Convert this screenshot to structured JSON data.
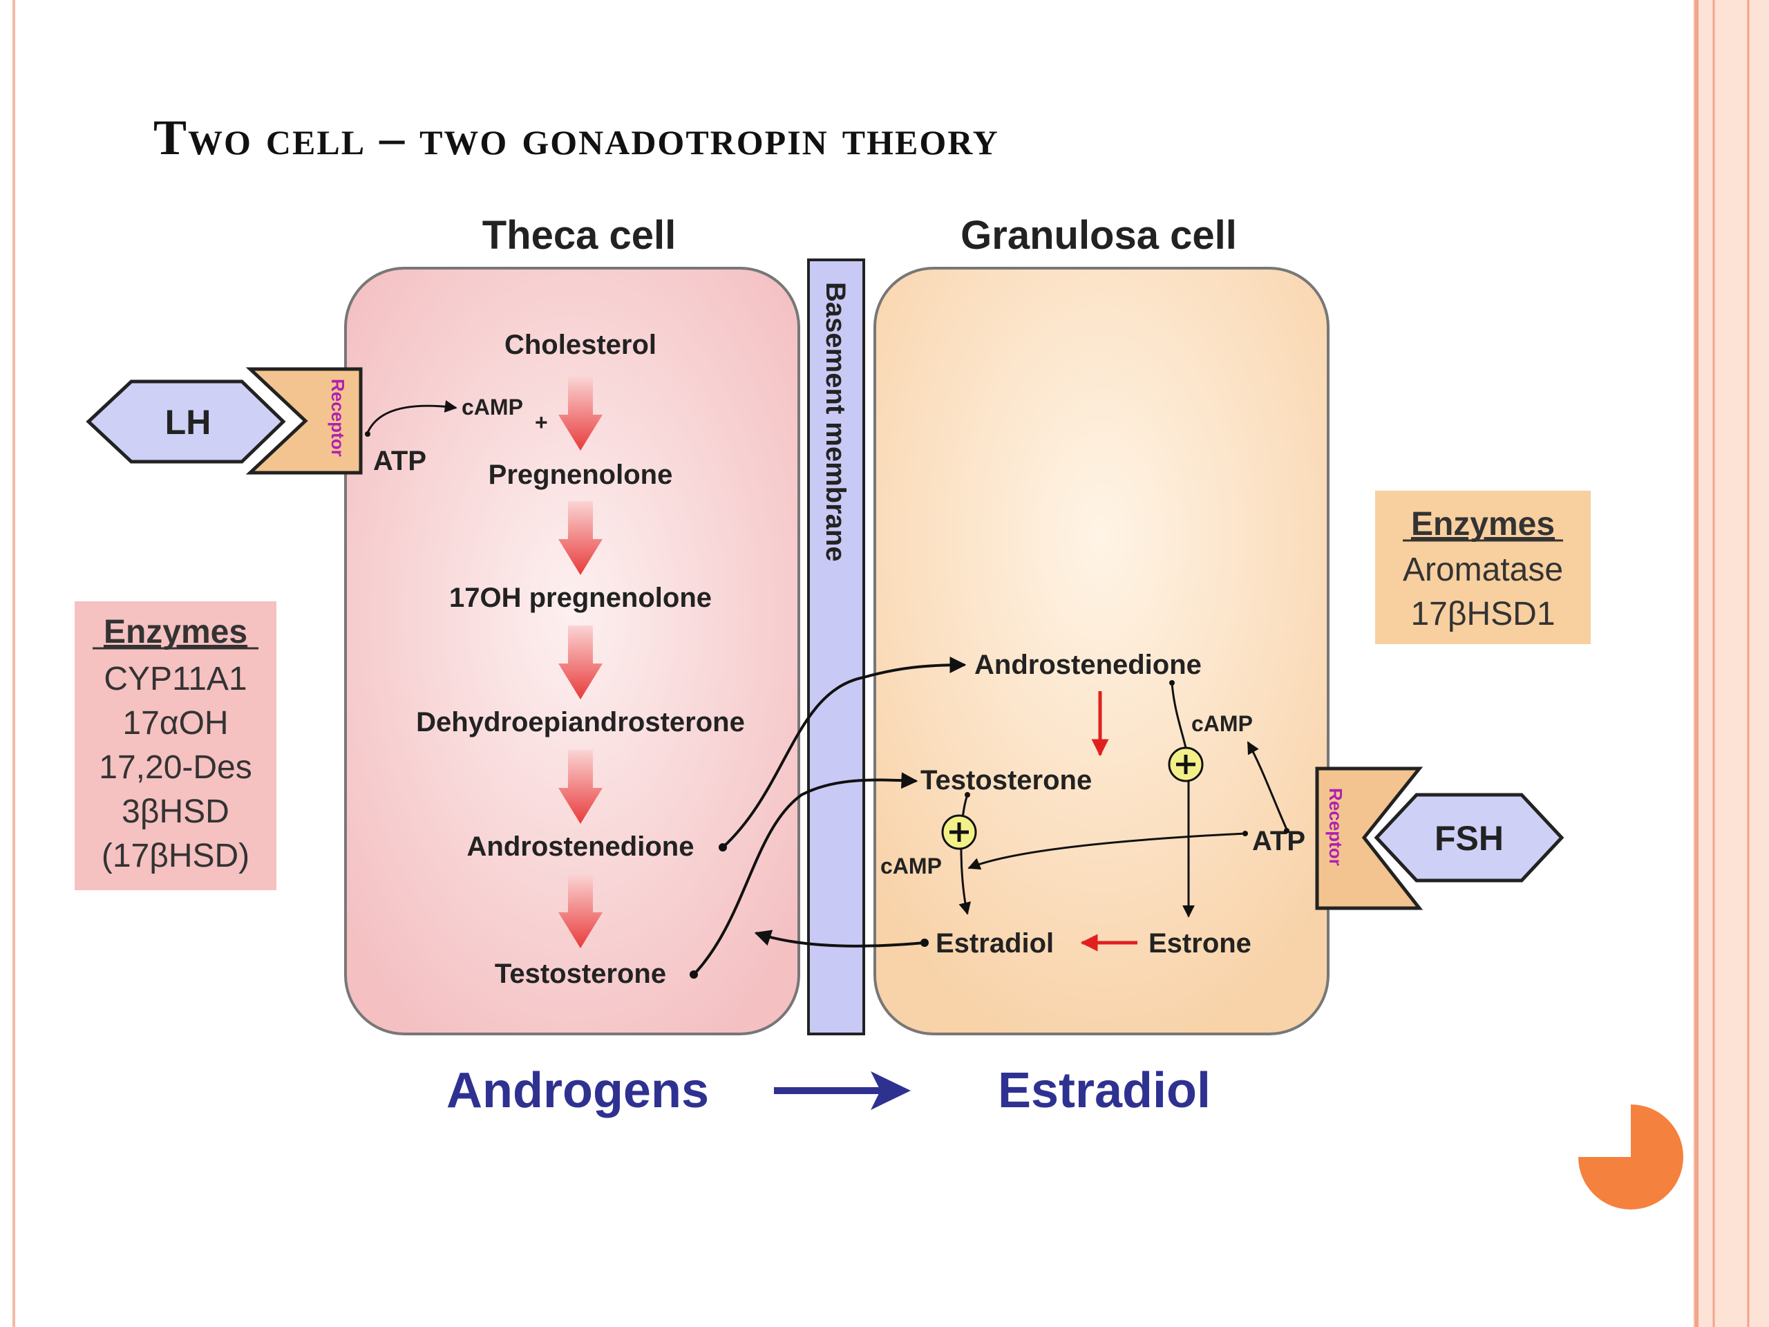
{
  "title": "Two cell – two gonadotropin theory",
  "theca": {
    "heading": "Theca cell",
    "steps": [
      "Cholesterol",
      "Pregnenolone",
      "17OH pregnenolone",
      "Dehydroepiandrosterone",
      "Androstenedione",
      "Testosterone"
    ],
    "camp": "cAMP",
    "plus": "+",
    "atp": "ATP"
  },
  "membrane": "Basement membrane",
  "granulosa": {
    "heading": "Granulosa cell",
    "androstenedione": "Androstenedione",
    "testosterone": "Testosterone",
    "estradiol": "Estradiol",
    "estrone": "Estrone",
    "camp": "cAMP",
    "atp": "ATP"
  },
  "lh": {
    "label": "LH",
    "receptor": "Receptor"
  },
  "fsh": {
    "label": "FSH",
    "receptor": "Receptor"
  },
  "theca_enzymes": {
    "heading": "Enzymes",
    "items": [
      "CYP11A1",
      "17αOH",
      "17,20-Des",
      "3βHSD",
      "(17βHSD)"
    ]
  },
  "granulosa_enzymes": {
    "heading": "Enzymes",
    "items": [
      "Aromatase",
      "17βHSD1"
    ]
  },
  "bottom": {
    "left": "Androgens",
    "right": "Estradiol"
  },
  "colors": {
    "theca_fill": "#f6c8c8",
    "granulosa_fill": "#f9d9b6",
    "membrane_fill": "#c9c9f5",
    "title_blue": "#2f3191",
    "red_arrow": "#e02020",
    "accent_orange": "#f5813f"
  }
}
